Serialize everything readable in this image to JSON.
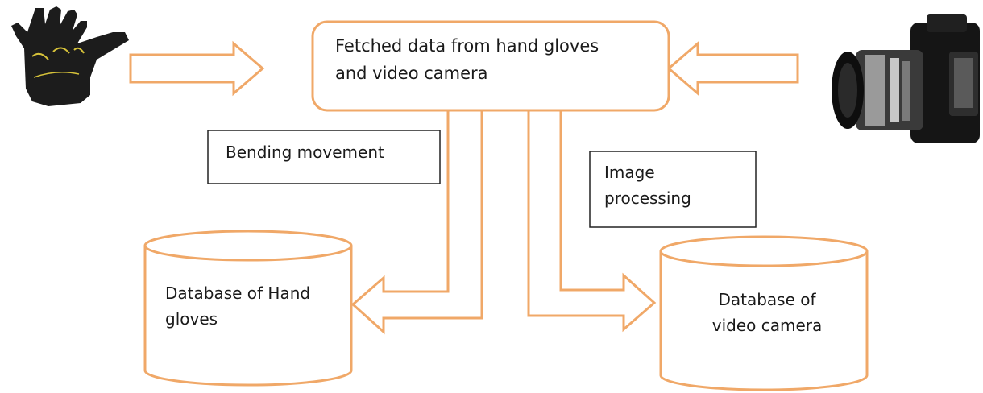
{
  "center_box": {
    "lines": [
      "Fetched data from hand gloves",
      "and video camera"
    ]
  },
  "bending_label": "Bending movement",
  "image_processing_label": {
    "lines": [
      "Image",
      "processing"
    ]
  },
  "db_left": {
    "lines": [
      "Database of Hand",
      "gloves"
    ]
  },
  "db_right": {
    "lines": [
      "Database of",
      "video camera"
    ]
  },
  "colors": {
    "accent": "#f0a868",
    "text": "#1a1a1a",
    "box_border": "#222222",
    "background": "#ffffff"
  },
  "icons": {
    "input_left": "hand-glove-icon",
    "input_right": "video-camera-icon"
  }
}
